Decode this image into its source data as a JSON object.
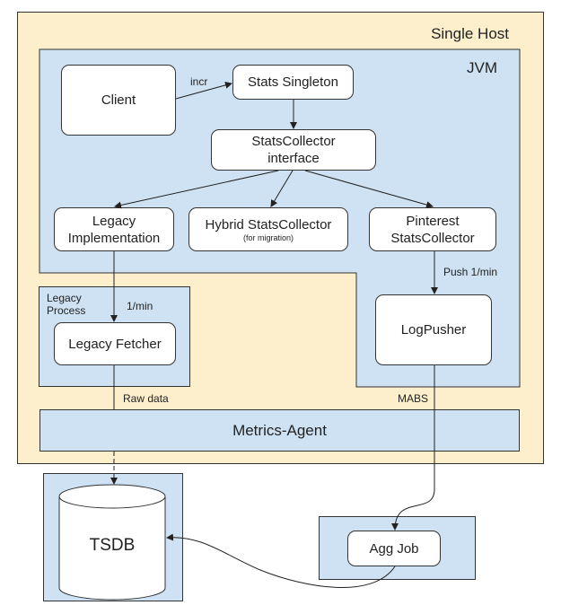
{
  "regions": {
    "single_host": "Single Host",
    "jvm": "JVM",
    "legacy_process": "Legacy\nProcess"
  },
  "nodes": {
    "client": "Client",
    "stats_singleton": "Stats Singleton",
    "stats_collector_interface": "StatsCollector\ninterface",
    "legacy_implementation": "Legacy\nImplementation",
    "hybrid_stats_collector": "Hybrid StatsCollector",
    "hybrid_note": "(for migration)",
    "pinterest_stats_collector": "Pinterest\nStatsCollector",
    "legacy_fetcher": "Legacy Fetcher",
    "log_pusher": "LogPusher",
    "metrics_agent": "Metrics-Agent",
    "tsdb": "TSDB",
    "agg_job": "Agg Job"
  },
  "edges": {
    "incr": "incr",
    "push_rate": "Push 1/min",
    "fetch_rate": "1/min",
    "raw_data": "Raw data",
    "mabs": "MABS"
  }
}
